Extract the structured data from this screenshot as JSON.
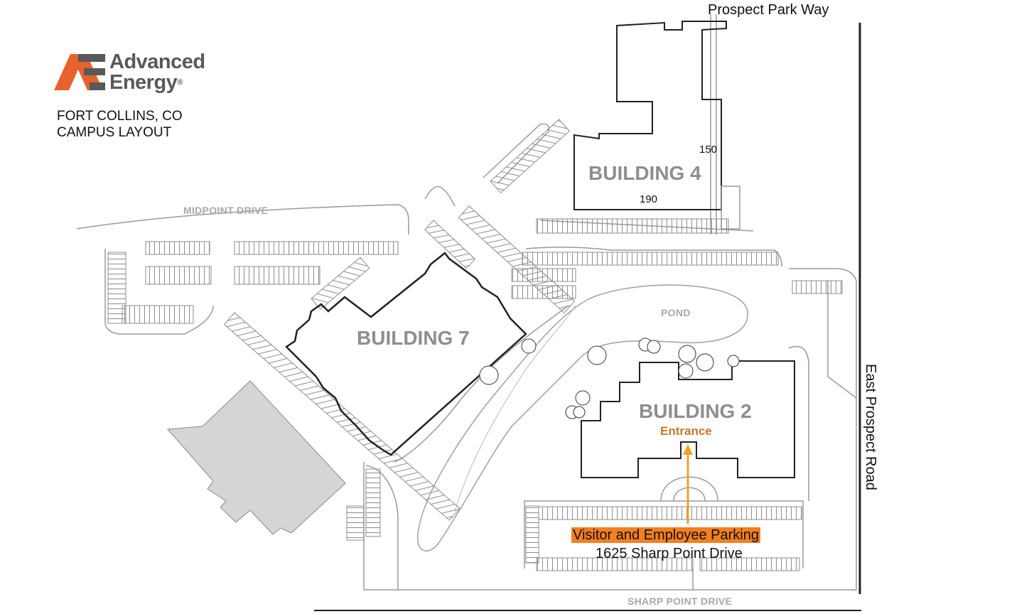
{
  "logo": {
    "name_line1": "Advanced",
    "name_line2": "Energy",
    "registered_mark": "®",
    "brand_color": "#e8622c",
    "icon": "advanced-energy-logo-icon"
  },
  "title": {
    "line1": "FORT COLLINS, CO",
    "line2": "CAMPUS LAYOUT"
  },
  "streets": {
    "top": "Prospect Park Way",
    "right": "East Prospect Road"
  },
  "drives": {
    "midpoint": "MIDPOINT DRIVE",
    "sharp_point": "SHARP POINT DRIVE"
  },
  "buildings": {
    "b4": "BUILDING 4",
    "b7": "BUILDING 7",
    "b2": "BUILDING 2"
  },
  "numbers": {
    "n150": "150",
    "n190": "190"
  },
  "features": {
    "pond": "POND"
  },
  "entrance": {
    "label": "Entrance",
    "arrow_color": "#f0a030"
  },
  "parking": {
    "label": "Visitor and Employee Parking",
    "address": "1625 Sharp Point Drive",
    "highlight_color": "#f47f20"
  },
  "colors": {
    "line": "#9a9a9a",
    "building_outline": "#222222",
    "neighbor_building": "#d4d6d6"
  }
}
